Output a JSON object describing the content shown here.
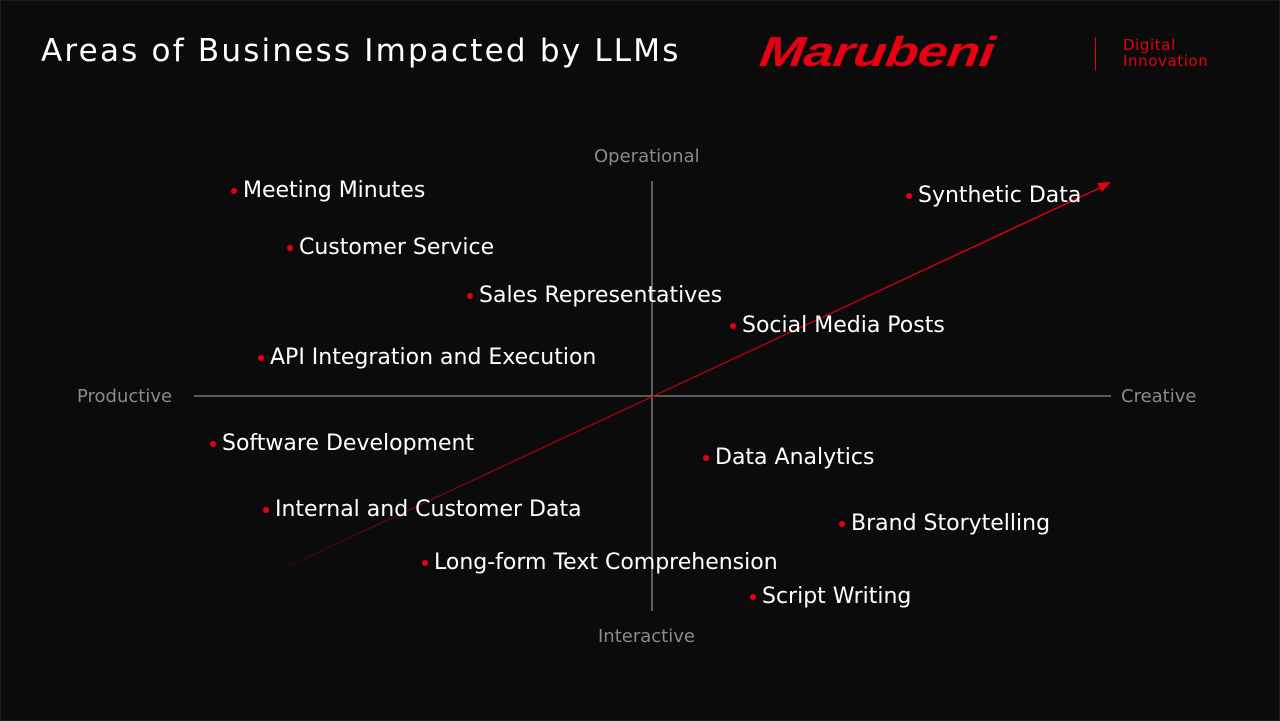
{
  "header": {
    "title": "Areas of Business Impacted by LLMs",
    "logo_text": "Marubeni",
    "logo_sub_line1": "Digital",
    "logo_sub_line2": "Innovation"
  },
  "axes": {
    "top": "Operational",
    "bottom": "Interactive",
    "left": "Productive",
    "right": "Creative"
  },
  "items": [
    "Meeting Minutes",
    "Customer Service",
    "Sales Representatives",
    "Social Media Posts",
    "API Integration and Execution",
    "Synthetic Data",
    "Software Development",
    "Data Analytics",
    "Internal and Customer Data",
    "Brand Storytelling",
    "Long-form Text Comprehension",
    "Script Writing"
  ],
  "colors": {
    "accent": "#e60012",
    "background": "#0b0b0b",
    "axis": "#8a8a8a",
    "text": "#ffffff"
  }
}
